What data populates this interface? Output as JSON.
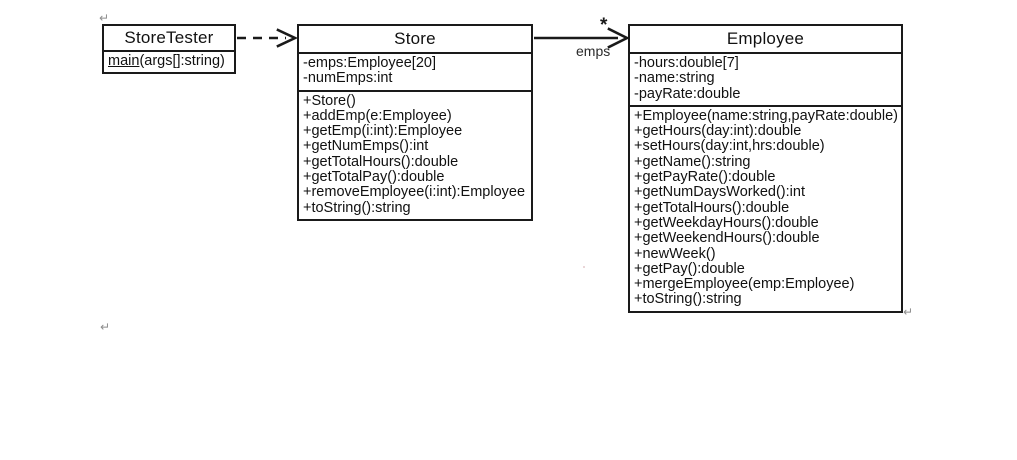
{
  "diagram": {
    "kind": "uml-class-diagram",
    "colors": {
      "stroke": "#1a1a1a",
      "background": "#ffffff",
      "text": "#111111",
      "mark": "#8d8d8d"
    },
    "classes": [
      {
        "id": "storetester",
        "name": "StoreTester",
        "attributes": [],
        "methods": [
          {
            "static_part": "main",
            "rest": "(args[]:string)",
            "is_static": true
          }
        ]
      },
      {
        "id": "store",
        "name": "Store",
        "attributes": [
          "-emps:Employee[20]",
          "-numEmps:int"
        ],
        "methods": [
          "+Store()",
          "+addEmp(e:Employee)",
          "+getEmp(i:int):Employee",
          "+getNumEmps():int",
          "+getTotalHours():double",
          "+getTotalPay():double",
          "+removeEmployee(i:int):Employee",
          "+toString():string"
        ]
      },
      {
        "id": "employee",
        "name": "Employee",
        "attributes": [
          "-hours:double[7]",
          "-name:string",
          "-payRate:double"
        ],
        "methods": [
          "+Employee(name:string,payRate:double)",
          "+getHours(day:int):double",
          "+setHours(day:int,hrs:double)",
          "+getName():string",
          "+getPayRate():double",
          "+getNumDaysWorked():int",
          "+getTotalHours():double",
          "+getWeekdayHours():double",
          "+getWeekendHours():double",
          "+newWeek()",
          "+getPay():double",
          "+mergeEmployee(emp:Employee)",
          "+toString():string"
        ]
      }
    ],
    "relationships": [
      {
        "id": "dependency",
        "type": "dependency",
        "style": "dashed",
        "from": "StoreTester",
        "to": "Store",
        "label": "",
        "multiplicity": ""
      },
      {
        "id": "association",
        "type": "association",
        "style": "solid",
        "from": "Store",
        "to": "Employee",
        "label": "emps",
        "multiplicity": "*"
      }
    ],
    "marks": [
      {
        "id": "return-top",
        "glyph": "↵"
      },
      {
        "id": "return-bottom-left",
        "glyph": "↵"
      },
      {
        "id": "return-bottom-right",
        "glyph": "↵"
      }
    ]
  }
}
